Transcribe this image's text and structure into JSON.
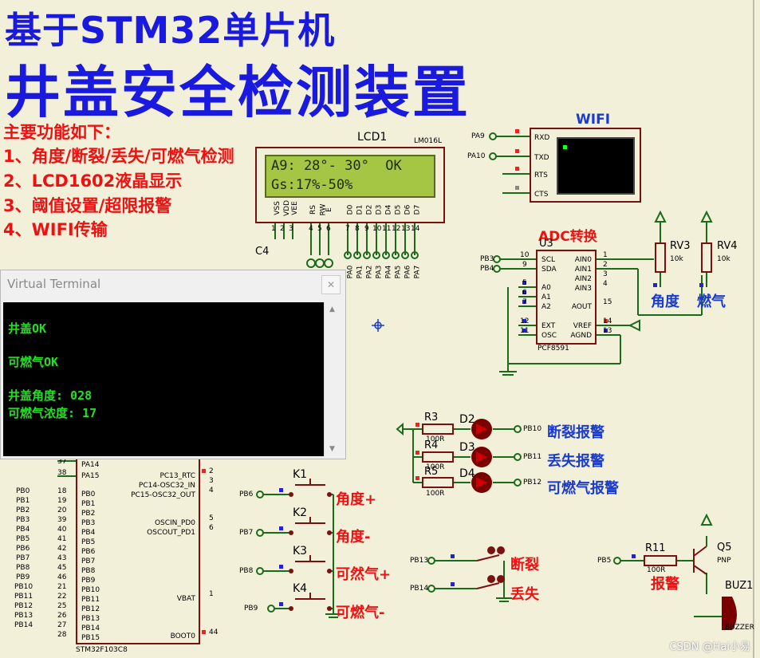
{
  "title": {
    "line1": "基于STM32单片机",
    "line2": "井盖安全检测装置"
  },
  "features": [
    "主要功能如下：",
    "1、角度/断裂/丢失/可燃气检测",
    "2、LCD1602液晶显示",
    "3、阈值设置/超限报警",
    "4、WIFI传输"
  ],
  "lcd": {
    "ref": "LCD1",
    "model": "LM016L",
    "line1": "A9: 28°- 30°  OK",
    "line2": "Gs:17%-50%",
    "pins": [
      "VSS",
      "VDD",
      "VEE",
      "RS",
      "RW",
      "E",
      "D0",
      "D1",
      "D2",
      "D3",
      "D4",
      "D5",
      "D6",
      "D7"
    ],
    "pin_numbers": [
      "1",
      "2",
      "3",
      "4",
      "5",
      "6",
      "7",
      "8",
      "9",
      "10",
      "11",
      "12",
      "13",
      "14"
    ],
    "port_labels": [
      "PA0",
      "PA1",
      "PA2",
      "PA3",
      "PA4",
      "PA5",
      "PA6",
      "PA7"
    ],
    "cap": "C4"
  },
  "wifi": {
    "title": "WIFI",
    "pins": [
      "RXD",
      "TXD",
      "RTS",
      "CTS"
    ],
    "nets": [
      "PA9",
      "PA10"
    ]
  },
  "adc": {
    "title": "ADC转换",
    "ref": "U3",
    "model": "PCF8591",
    "left_pins": [
      "SCL",
      "SDA",
      "A0",
      "A1",
      "A2",
      "EXT",
      "OSC"
    ],
    "left_nums": [
      "10",
      "9",
      "5",
      "6",
      "7",
      "12",
      "11"
    ],
    "right_pins": [
      "AIN0",
      "AIN1",
      "AIN2",
      "AIN3",
      "AOUT",
      "VREF",
      "AGND"
    ],
    "right_nums": [
      "1",
      "2",
      "3",
      "4",
      "15",
      "14",
      "13"
    ],
    "nets": [
      "PB3",
      "PB4"
    ]
  },
  "pots": [
    {
      "ref": "RV3",
      "value": "10k",
      "label": "角度"
    },
    {
      "ref": "RV4",
      "value": "10k",
      "label": "燃气"
    }
  ],
  "terminal": {
    "title": "Virtual Terminal",
    "close": "✕",
    "lines": [
      "井盖OK",
      "可燃气OK",
      "井盖角度: 028",
      "可燃气浓度: 17"
    ]
  },
  "mcu": {
    "model": "STM32F103C8",
    "left_top_pins": [
      "PA14",
      "PA15"
    ],
    "left_top_nums": [
      "37",
      "38"
    ],
    "pb_pins": [
      "PB0",
      "PB1",
      "PB2",
      "PB3",
      "PB4",
      "PB5",
      "PB6",
      "PB7",
      "PB8",
      "PB9",
      "PB10",
      "PB11",
      "PB12",
      "PB13",
      "PB14",
      "PB15"
    ],
    "pb_nums": [
      "18",
      "19",
      "20",
      "39",
      "40",
      "41",
      "42",
      "43",
      "45",
      "46",
      "21",
      "22",
      "25",
      "26",
      "27",
      "28"
    ],
    "pb_nets": [
      "PB0",
      "PB1",
      "PB2",
      "PB3",
      "PB4",
      "PB5",
      "PB6",
      "PB7",
      "PB8",
      "PB9",
      "PB10",
      "PB11",
      "PB12",
      "PB13",
      "PB14"
    ],
    "right_pins": [
      "PC13_RTC",
      "PC14-OSC32_IN",
      "PC15-OSC32_OUT",
      "OSCIN_PD0",
      "OSCOUT_PD1",
      "VBAT",
      "BOOT0"
    ],
    "right_nums": [
      "2",
      "3",
      "4",
      "5",
      "6",
      "1",
      "44"
    ]
  },
  "leds": [
    {
      "r": "R3",
      "d": "D2",
      "rv": "100R",
      "net": "PB10",
      "label": "断裂报警"
    },
    {
      "r": "R4",
      "d": "D3",
      "rv": "100R",
      "net": "PB11",
      "label": "丢失报警"
    },
    {
      "r": "R5",
      "d": "D4",
      "rv": "100R",
      "net": "PB12",
      "label": "可燃气报警"
    }
  ],
  "keys": [
    {
      "ref": "K1",
      "net": "PB6",
      "label": "角度+"
    },
    {
      "ref": "K2",
      "net": "PB7",
      "label": "角度-"
    },
    {
      "ref": "K3",
      "net": "PB8",
      "label": "可然气+"
    },
    {
      "ref": "K4",
      "net": "PB9",
      "label": "可燃气-"
    }
  ],
  "switches": [
    {
      "net": "PB13",
      "label": "断裂"
    },
    {
      "net": "PB14",
      "label": "丢失"
    }
  ],
  "buzzer": {
    "r": "R11",
    "rv": "100R",
    "net": "PB5",
    "q": "Q5",
    "qtype": "PNP",
    "label": "报警",
    "buz": "BUZ1",
    "buztype": "BUZZER"
  },
  "watermark": "CSDN @Hai小易"
}
